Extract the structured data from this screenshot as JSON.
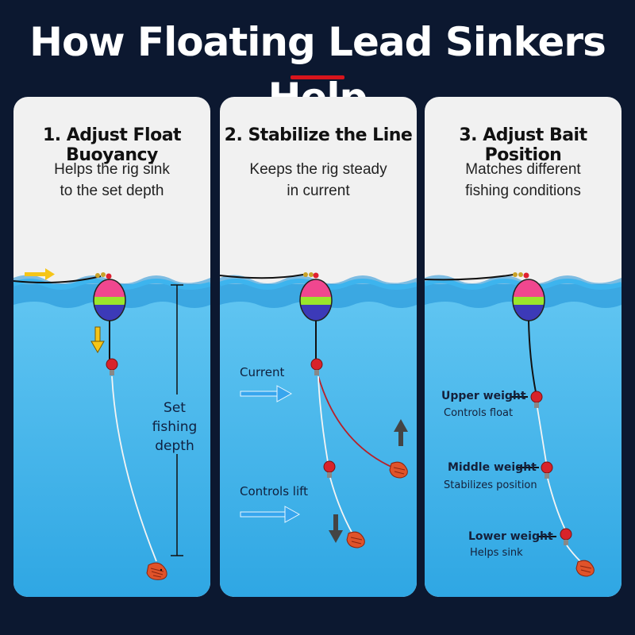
{
  "title": "How Floating Lead Sinkers Help",
  "accent_color": "#d8141c",
  "panels": [
    {
      "title": "1. Adjust Float Buoyancy",
      "subtitle_lines": [
        "Helps the rig sink",
        "to the set depth"
      ],
      "depth_label_lines": [
        "Set",
        "fishing",
        "depth"
      ]
    },
    {
      "title": "2. Stabilize the Line",
      "subtitle_lines": [
        "Keeps the rig steady",
        "in current"
      ],
      "current_label": "Current",
      "lift_label": "Controls lift"
    },
    {
      "title": "3. Adjust Bait Position",
      "subtitle_lines": [
        "Matches different",
        "fishing conditions"
      ],
      "weights": [
        {
          "name": "Upper weight",
          "desc": "Controls float"
        },
        {
          "name": "Middle weight",
          "desc": "Stabilizes position"
        },
        {
          "name": "Lower weight",
          "desc": "Helps sink"
        }
      ]
    }
  ],
  "colors": {
    "water_top": "#5fc2f0",
    "water_bottom": "#35a9e4",
    "float_top": "#f0478f",
    "float_band": "#9ae62c",
    "float_bottom": "#3c3ab8",
    "sinker": "#d8232a",
    "arrow_yellow": "#f5c518",
    "arrow_blue": "#38a6ee"
  },
  "icons": [
    "float-icon",
    "sinker-icon",
    "shrimp-bait-icon",
    "arrow-icon"
  ]
}
